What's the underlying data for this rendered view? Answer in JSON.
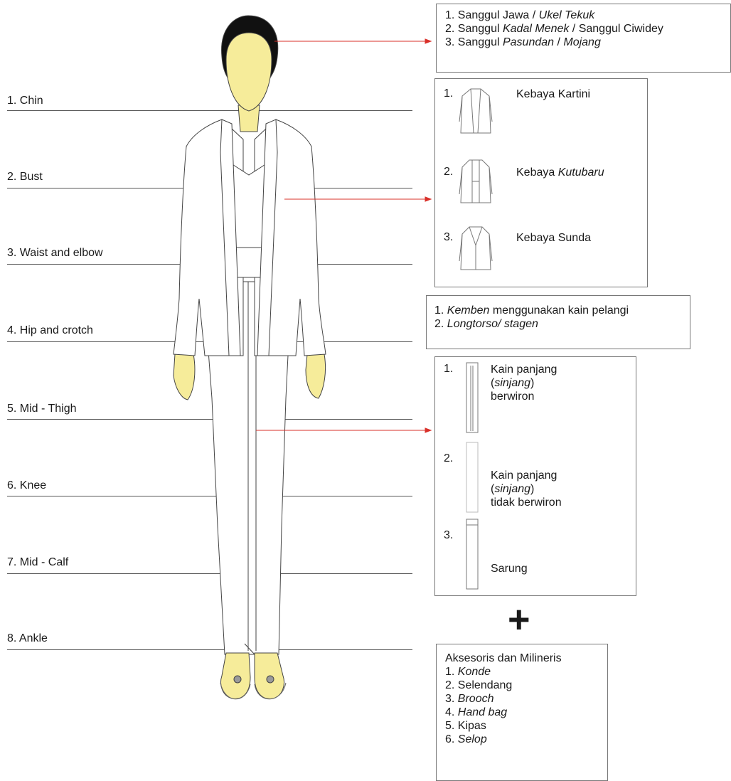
{
  "levels": [
    "1. Chin",
    "2. Bust",
    "3. Waist and elbow",
    "4. Hip and crotch",
    "5. Mid - Thigh",
    "6. Knee",
    "7. Mid - Calf",
    "8. Ankle"
  ],
  "hair": {
    "items": [
      {
        "num": "1.",
        "parts": [
          {
            "t": "Sanggul Jawa / ",
            "i": false
          },
          {
            "t": "Ukel Tekuk",
            "i": true
          }
        ]
      },
      {
        "num": "2.",
        "parts": [
          {
            "t": "Sanggul ",
            "i": false
          },
          {
            "t": "Kadal Menek",
            "i": true
          },
          {
            "t": " / Sanggul Ciwidey",
            "i": false
          }
        ]
      },
      {
        "num": "3.",
        "parts": [
          {
            "t": "Sanggul ",
            "i": false
          },
          {
            "t": "Pasundan",
            "i": true
          },
          {
            "t": " / ",
            "i": false
          },
          {
            "t": "Mojang",
            "i": true
          }
        ]
      }
    ]
  },
  "kebaya": {
    "items": [
      {
        "num": "1.",
        "prefix": "Kebaya ",
        "name": "Kartini",
        "italic": false,
        "icon": "kebaya-kartini-icon"
      },
      {
        "num": "2.",
        "prefix": "Kebaya ",
        "name": "Kutubaru",
        "italic": true,
        "icon": "kebaya-kutubaru-icon"
      },
      {
        "num": "3.",
        "prefix": "Kebaya ",
        "name": "Sunda",
        "italic": false,
        "icon": "kebaya-sunda-icon"
      }
    ]
  },
  "inner": {
    "items": [
      {
        "num": "1.",
        "parts": [
          {
            "t": "Kemben",
            "i": true
          },
          {
            "t": " menggunakan kain pelangi",
            "i": false
          }
        ]
      },
      {
        "num": "2.",
        "parts": [
          {
            "t": "Longtorso/ stagen",
            "i": true
          }
        ]
      }
    ]
  },
  "lower": {
    "items": [
      {
        "num": "1.",
        "lines": [
          {
            "parts": [
              {
                "t": "Kain panjang",
                "i": false
              }
            ]
          },
          {
            "parts": [
              {
                "t": "(",
                "i": false
              },
              {
                "t": "sinjang",
                "i": true
              },
              {
                "t": ")",
                "i": false
              }
            ]
          },
          {
            "parts": [
              {
                "t": "berwiron",
                "i": false
              }
            ]
          }
        ],
        "icon": "kain-berwiron-icon"
      },
      {
        "num": "2.",
        "lines": [
          {
            "parts": [
              {
                "t": "Kain panjang",
                "i": false
              }
            ]
          },
          {
            "parts": [
              {
                "t": "(",
                "i": false
              },
              {
                "t": "sinjang",
                "i": true
              },
              {
                "t": ")",
                "i": false
              }
            ]
          },
          {
            "parts": [
              {
                "t": "tidak berwiron",
                "i": false
              }
            ]
          }
        ],
        "icon": "kain-tidak-berwiron-icon"
      },
      {
        "num": "3.",
        "lines": [
          {
            "parts": [
              {
                "t": "Sarung",
                "i": false
              }
            ]
          }
        ],
        "icon": "sarung-icon"
      }
    ]
  },
  "plus": "+",
  "accessories": {
    "title": "Aksesoris dan Milineris",
    "items": [
      {
        "num": "1.",
        "label": "Konde",
        "italic": true
      },
      {
        "num": "2.",
        "label": "Selendang",
        "italic": false
      },
      {
        "num": "3.",
        "label": "Brooch",
        "italic": true
      },
      {
        "num": "4.",
        "label": "Hand bag",
        "italic": true
      },
      {
        "num": "5.",
        "label": "Kipas",
        "italic": false
      },
      {
        "num": "6.",
        "label": "Selop",
        "italic": true
      }
    ]
  },
  "colors": {
    "skin": "#f6ec9a",
    "hair": "#111111",
    "arrow": "#d9302a",
    "line": "#555555"
  }
}
